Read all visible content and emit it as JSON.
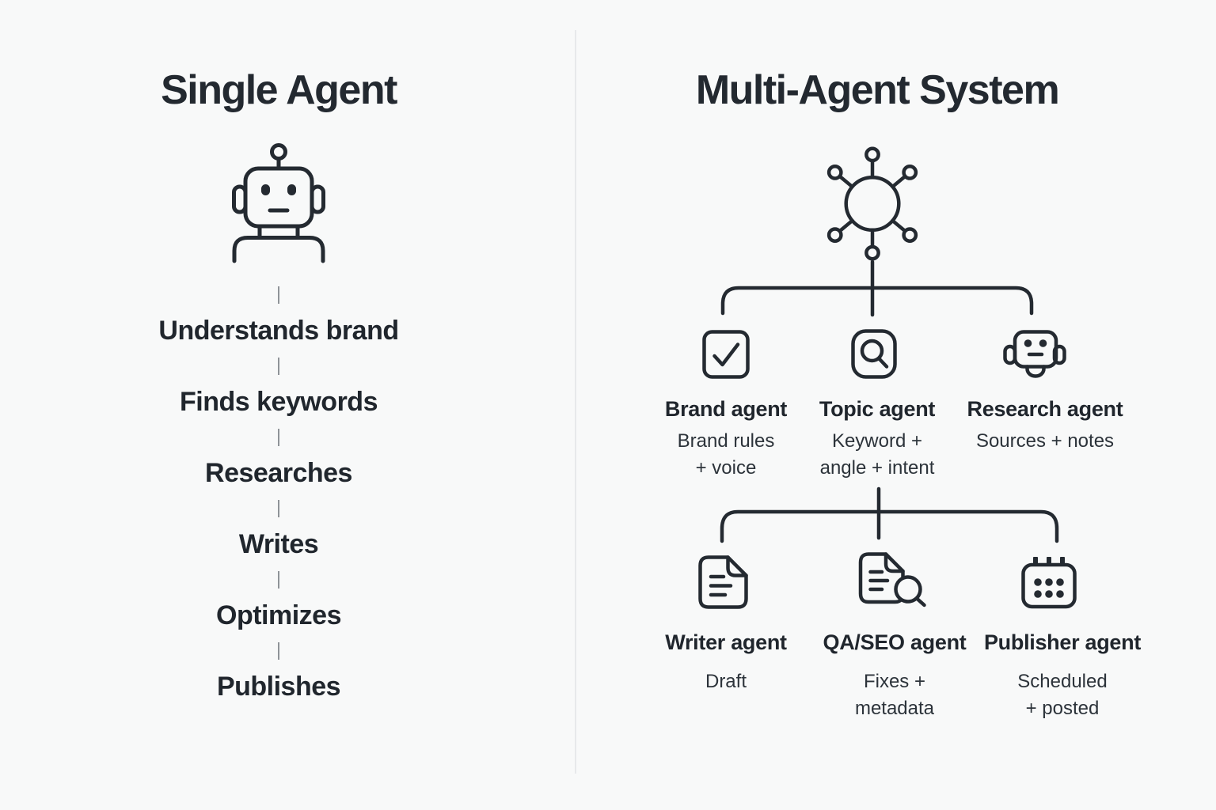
{
  "palette": {
    "background": "#f8f9f9",
    "ink": "#242a31",
    "divider": "#e7e9eb",
    "dash": "#8f9398"
  },
  "single_agent": {
    "title": "Single Agent",
    "icon": "robot-icon",
    "tasks": [
      "Understands brand",
      "Finds keywords",
      "Researches",
      "Writes",
      "Optimizes",
      "Publishes"
    ]
  },
  "multi_agent": {
    "title": "Multi-Agent System",
    "hub_icon": "network-hub-icon",
    "row1": [
      {
        "name": "Brand agent",
        "detail": "Brand rules\n+ voice",
        "icon": "checkmark-box-icon"
      },
      {
        "name": "Topic agent",
        "detail": "Keyword +\nangle + intent",
        "icon": "magnifier-box-icon"
      },
      {
        "name": "Research agent",
        "detail": "Sources + notes",
        "icon": "robot-face-icon"
      }
    ],
    "row2": [
      {
        "name": "Writer agent",
        "detail": "Draft",
        "icon": "document-icon"
      },
      {
        "name": "QA/SEO agent",
        "detail": "Fixes +\nmetadata",
        "icon": "document-search-icon"
      },
      {
        "name": "Publisher agent",
        "detail": "Scheduled\n+ posted",
        "icon": "calendar-icon"
      }
    ]
  }
}
